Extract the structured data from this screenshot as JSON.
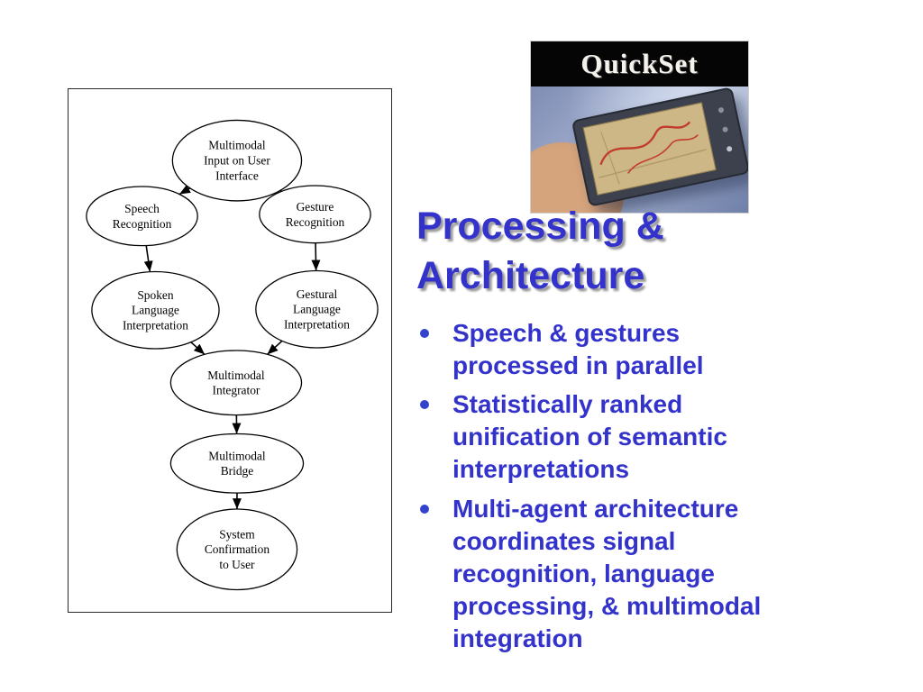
{
  "slide": {
    "title": "Processing & Architecture",
    "bullets": [
      "Speech & gestures processed in parallel",
      "Statistically ranked unification of semantic interpretations",
      "Multi-agent architecture coordinates signal recognition, language processing, & multimodal integration"
    ]
  },
  "quickset": {
    "banner_label": "QuickSet"
  },
  "colors": {
    "accent_blue": "#3333cc",
    "title_shadow": "#9a9a9a",
    "banner_bg": "#000000",
    "diagram_stroke": "#000000"
  },
  "flowchart": {
    "nodes": [
      {
        "id": "input",
        "label": [
          "Multimodal",
          "Input on User",
          "Interface"
        ]
      },
      {
        "id": "speech",
        "label": [
          "Speech",
          "Recognition"
        ]
      },
      {
        "id": "gesture",
        "label": [
          "Gesture",
          "Recognition"
        ]
      },
      {
        "id": "spoken",
        "label": [
          "Spoken",
          "Language",
          "Interpretation"
        ]
      },
      {
        "id": "gestural",
        "label": [
          "Gestural",
          "Language",
          "Interpretation"
        ]
      },
      {
        "id": "integrator",
        "label": [
          "Multimodal",
          "Integrator"
        ]
      },
      {
        "id": "bridge",
        "label": [
          "Multimodal",
          "Bridge"
        ]
      },
      {
        "id": "confirmation",
        "label": [
          "System",
          "Confirmation",
          "to User"
        ]
      }
    ],
    "edges": [
      {
        "from": "input",
        "to": "speech"
      },
      {
        "from": "input",
        "to": "gesture"
      },
      {
        "from": "speech",
        "to": "spoken"
      },
      {
        "from": "gesture",
        "to": "gestural"
      },
      {
        "from": "spoken",
        "to": "integrator"
      },
      {
        "from": "gestural",
        "to": "integrator"
      },
      {
        "from": "integrator",
        "to": "bridge"
      },
      {
        "from": "bridge",
        "to": "confirmation"
      }
    ]
  }
}
